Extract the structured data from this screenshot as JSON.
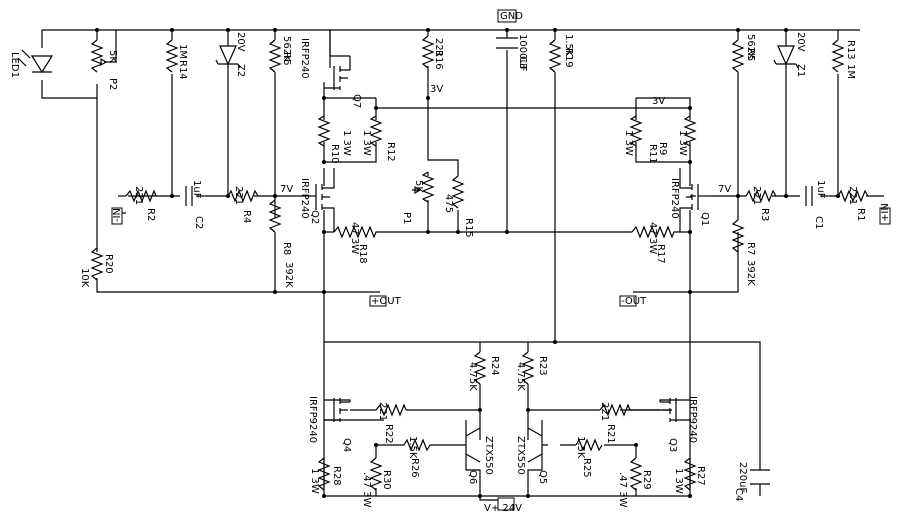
{
  "components": [
    {
      "id": "led1",
      "text": "LED1",
      "rot": true
    },
    {
      "id": "p2",
      "text": "P2"
    },
    {
      "id": "p2v",
      "text": "5K"
    },
    {
      "id": "r14",
      "text": "R14"
    },
    {
      "id": "r14v",
      "text": "1M"
    },
    {
      "id": "z2",
      "text": "Z2"
    },
    {
      "id": "z2v",
      "text": "20V"
    },
    {
      "id": "r6",
      "text": "R6"
    },
    {
      "id": "r6v",
      "text": "562K"
    },
    {
      "id": "q7t",
      "text": "IRFP240"
    },
    {
      "id": "q7",
      "text": "Q7"
    },
    {
      "id": "r16",
      "text": "R16"
    },
    {
      "id": "r16v",
      "text": "221"
    },
    {
      "id": "c3",
      "text": "C3"
    },
    {
      "id": "c3v",
      "text": "1000uF"
    },
    {
      "id": "r19",
      "text": "R19"
    },
    {
      "id": "r19v",
      "text": "1.5K"
    },
    {
      "id": "r5",
      "text": "R5"
    },
    {
      "id": "r5v",
      "text": "562K"
    },
    {
      "id": "z1",
      "text": "Z1"
    },
    {
      "id": "z1v",
      "text": "20V"
    },
    {
      "id": "r13",
      "text": "R13"
    },
    {
      "id": "r13v",
      "text": "1M"
    },
    {
      "id": "r10",
      "text": "R10"
    },
    {
      "id": "r10v",
      "text": "1 3W"
    },
    {
      "id": "r12",
      "text": "R12"
    },
    {
      "id": "r12v",
      "text": "1 3W"
    },
    {
      "id": "r11",
      "text": "R11"
    },
    {
      "id": "r11v",
      "text": "1 3W"
    },
    {
      "id": "r9",
      "text": "R9"
    },
    {
      "id": "r9v",
      "text": "1 3W"
    },
    {
      "id": "r2",
      "text": "R2"
    },
    {
      "id": "r2v",
      "text": "221"
    },
    {
      "id": "c2",
      "text": "C2"
    },
    {
      "id": "c2v",
      "text": "1uF"
    },
    {
      "id": "r4",
      "text": "R4"
    },
    {
      "id": "r4v",
      "text": "221"
    },
    {
      "id": "q2t",
      "text": "IRFP240"
    },
    {
      "id": "q2",
      "text": "Q2"
    },
    {
      "id": "p1",
      "text": "P1"
    },
    {
      "id": "p1v",
      "text": "5K"
    },
    {
      "id": "r15",
      "text": "R15"
    },
    {
      "id": "r15v",
      "text": "475"
    },
    {
      "id": "q1t",
      "text": "IRFP240"
    },
    {
      "id": "q1",
      "text": "Q1"
    },
    {
      "id": "r3",
      "text": "R3"
    },
    {
      "id": "r3v",
      "text": "221"
    },
    {
      "id": "c1",
      "text": "C1"
    },
    {
      "id": "c1v",
      "text": "1uF"
    },
    {
      "id": "r1",
      "text": "R1"
    },
    {
      "id": "r1v",
      "text": "221"
    },
    {
      "id": "r18",
      "text": "R18"
    },
    {
      "id": "r18v",
      "text": "47 3W"
    },
    {
      "id": "r17",
      "text": "R17"
    },
    {
      "id": "r17v",
      "text": "47 3W"
    },
    {
      "id": "r8",
      "text": "R8"
    },
    {
      "id": "r8v",
      "text": "392K"
    },
    {
      "id": "r7",
      "text": "R7"
    },
    {
      "id": "r7v",
      "text": "392K"
    },
    {
      "id": "r20",
      "text": "R20"
    },
    {
      "id": "r20v",
      "text": "10K"
    },
    {
      "id": "r24",
      "text": "R24"
    },
    {
      "id": "r24v",
      "text": "4.75K"
    },
    {
      "id": "r23",
      "text": "R23"
    },
    {
      "id": "r23v",
      "text": "4.75K"
    },
    {
      "id": "q4t",
      "text": "IRFP9240"
    },
    {
      "id": "q4",
      "text": "Q4"
    },
    {
      "id": "r22",
      "text": "R22"
    },
    {
      "id": "r22v",
      "text": "221"
    },
    {
      "id": "r21",
      "text": "R21"
    },
    {
      "id": "r21v",
      "text": "221"
    },
    {
      "id": "q3t",
      "text": "IRFP9240"
    },
    {
      "id": "q3",
      "text": "Q3"
    },
    {
      "id": "r26",
      "text": "R26"
    },
    {
      "id": "r26v",
      "text": "1.5K"
    },
    {
      "id": "r25",
      "text": "R25"
    },
    {
      "id": "r25v",
      "text": "1.5K"
    },
    {
      "id": "q6t",
      "text": "ZTX550"
    },
    {
      "id": "q6",
      "text": "Q6"
    },
    {
      "id": "q5t",
      "text": "ZTX550"
    },
    {
      "id": "q5",
      "text": "Q5"
    },
    {
      "id": "r28",
      "text": "R28"
    },
    {
      "id": "r28v",
      "text": "1 3W"
    },
    {
      "id": "r30",
      "text": "R30"
    },
    {
      "id": "r30v",
      "text": ".47 3W"
    },
    {
      "id": "r29",
      "text": "R29"
    },
    {
      "id": "r29v",
      "text": ".47 3W"
    },
    {
      "id": "r27",
      "text": "R27"
    },
    {
      "id": "r27v",
      "text": "1 3W"
    },
    {
      "id": "c4",
      "text": "C4"
    },
    {
      "id": "c4v",
      "text": "220uF"
    }
  ],
  "nets": {
    "gnd": "GND",
    "v24": "V+ 24V",
    "in_minus": "-IN",
    "in_plus": "+IN",
    "out_plus": "+OUT",
    "out_minus": "-OUT",
    "v3a": "3V",
    "v3b": "3V",
    "v7a": "7V",
    "v7b": "7V"
  }
}
